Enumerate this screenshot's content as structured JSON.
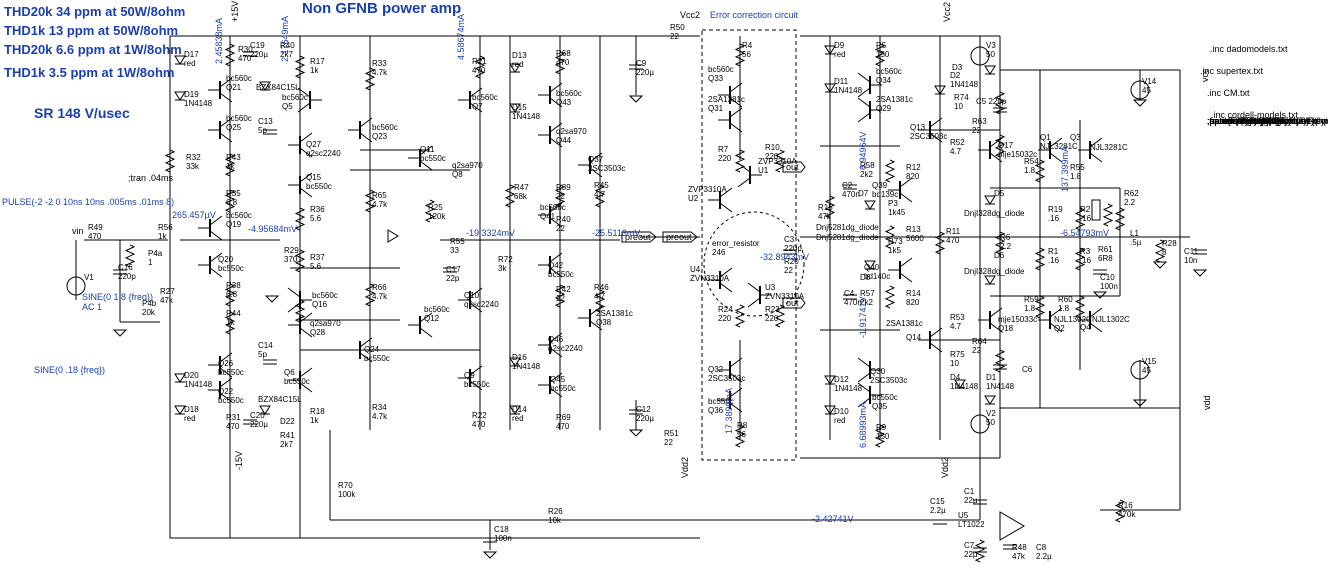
{
  "title": "Non GFNB power amp",
  "specs": [
    "THD20k 34 ppm at 50W/8ohm",
    "THD1k 13 ppm at 50W/8ohm",
    "THD20k 6.6 ppm at 1W/8ohm",
    "THD1k 3.5 ppm at 1W/8ohm"
  ],
  "slew_rate": "SR 148 V/usec",
  "error_box_title": "Error correction circuit",
  "tran": ";tran .04ms",
  "pulse": "PULSE(-2 -2 0 10ns 10ns .005ms .01ms 8)",
  "sine1": "SINE(0 .18 {freq})",
  "source_v1": "SINE(0 1.8 {freq})",
  "source_ac": "AC 1",
  "includes": [
    ".inc dadomodels.txt",
    ".inc supertex.txt",
    ".inc CM.txt",
    ".inc cordell-models.txt"
  ],
  "options": [
    ".options plotwinsize=0",
    ".options method=gear",
    ".options numdgt=7",
    ".param Freq=1k",
    ".param numcyc=20",
    ".param dlycyc=5",
    ".param FFT=2**16",
    ".param simtime=numcyc/Freq+dl",
    ".param dlytime=dlycyc/Freq",
    ".param timestep=(simtime-dlytim",
    ".four {Freq} V(Vin) V(out)",
    ".four {Freq} 4 V(Vin) V(out)",
    ";",
    ".tran 0 {simtime} {dlytime} {timest",
    "",
    ".option numdgt=15",
    "",
    ".option reltol=1e-6",
    ".option ptrantau=0",
    ";",
    ";ac dec 1k 1 1G"
  ],
  "net_labels": {
    "vin": "vin",
    "preout": "preout",
    "out": "out",
    "vcc": "vcc",
    "vdd": "vdd",
    "vcc2": "Vcc2",
    "vdd2": "Vdd2",
    "p15": "+15V",
    "m15": "-15V"
  },
  "probes": [
    {
      "id": "i1",
      "text": "2.45838mA"
    },
    {
      "id": "i2",
      "text": "2.17649mA"
    },
    {
      "id": "i3",
      "text": "4.58674mA"
    },
    {
      "id": "v1",
      "text": "265.457µV"
    },
    {
      "id": "v2",
      "text": "-4.95684mV"
    },
    {
      "id": "v3",
      "text": "-19.3324mV"
    },
    {
      "id": "v4",
      "text": "-25.5113mV"
    },
    {
      "id": "v5",
      "text": "-32.8943mV"
    },
    {
      "id": "v6",
      "text": "-2.42741V"
    },
    {
      "id": "v7",
      "text": "6.94964V"
    },
    {
      "id": "v8",
      "text": "-1.91741V"
    },
    {
      "id": "v9",
      "text": "137.399mA"
    },
    {
      "id": "v10",
      "text": "-6.54793mV"
    },
    {
      "id": "v11",
      "text": "17.3890mA"
    },
    {
      "id": "v12",
      "text": "6.68993mA"
    }
  ],
  "parts": [
    {
      "id": "D17",
      "t": "D17\nred"
    },
    {
      "id": "R30",
      "t": "R30\n470"
    },
    {
      "id": "C19",
      "t": "C19\n220µ"
    },
    {
      "id": "R40",
      "t": "R40\n2k7"
    },
    {
      "id": "R17",
      "t": "R17\n1k"
    },
    {
      "id": "Q21",
      "t": "bc560c\nQ21"
    },
    {
      "id": "D19",
      "t": "D19\n1N4148"
    },
    {
      "id": "Q25",
      "t": "bc560c\nQ25"
    },
    {
      "id": "BZX1",
      "t": "BZX84C15L"
    },
    {
      "id": "Q5",
      "t": "bc560c\nQ5"
    },
    {
      "id": "C13",
      "t": "C13\n5p"
    },
    {
      "id": "Q27",
      "t": "Q27\nq2sc2240"
    },
    {
      "id": "R33",
      "t": "R33\n4.7k"
    },
    {
      "id": "Q23",
      "t": "bc560c\nQ23"
    },
    {
      "id": "R21",
      "t": "R21\n470"
    },
    {
      "id": "Q7",
      "t": "bc560c\nQ7"
    },
    {
      "id": "R32",
      "t": "R32\n33k"
    },
    {
      "id": "R43",
      "t": "R43\n1k"
    },
    {
      "id": "Q15",
      "t": "Q15\nbc550c"
    },
    {
      "id": "Q11",
      "t": "Q11\nbc550c"
    },
    {
      "id": "R35",
      "t": "R35\n6.8"
    },
    {
      "id": "R36",
      "t": "R36\n5.6"
    },
    {
      "id": "Q19",
      "t": "bc560c\nQ19"
    },
    {
      "id": "R65",
      "t": "R65\n4.7k"
    },
    {
      "id": "R25",
      "t": "R25\n120k"
    },
    {
      "id": "Q8",
      "t": "q2sa970\nQ8"
    },
    {
      "id": "R29",
      "t": "R29\n370"
    },
    {
      "id": "R37",
      "t": "R37\n5.6"
    },
    {
      "id": "R49",
      "t": "R49\n470"
    },
    {
      "id": "R56",
      "t": "R56\n1k"
    },
    {
      "id": "P4a",
      "t": "P4a\n1"
    },
    {
      "id": "C16",
      "t": "C16\n220p"
    },
    {
      "id": "R27",
      "t": "R27\n47k"
    },
    {
      "id": "P4b",
      "t": "P4b\n20k"
    },
    {
      "id": "V1",
      "t": "V1"
    },
    {
      "id": "Q20",
      "t": "Q20\nbc550c"
    },
    {
      "id": "R38",
      "t": "R38\n6.8"
    },
    {
      "id": "R55",
      "t": "R55\n33"
    },
    {
      "id": "C17",
      "t": "C17\n22p"
    },
    {
      "id": "R72",
      "t": "R72\n3k"
    },
    {
      "id": "R44",
      "t": "R44\n1k"
    },
    {
      "id": "Q16",
      "t": "bc560c\nQ16"
    },
    {
      "id": "Q28",
      "t": "q2sa970\nQ28"
    },
    {
      "id": "R66",
      "t": "R66\n4.7k"
    },
    {
      "id": "Q12",
      "t": "bc560c\nQ12"
    },
    {
      "id": "Q10",
      "t": "Q10\nq2sc2240"
    },
    {
      "id": "C14",
      "t": "C14\n5p"
    },
    {
      "id": "Q24",
      "t": "Q24\nbc550c"
    },
    {
      "id": "Q26",
      "t": "Q26\nbc550c"
    },
    {
      "id": "D20",
      "t": "D20\n1N4148"
    },
    {
      "id": "Q22",
      "t": "Q22\nbc550c"
    },
    {
      "id": "Q6",
      "t": "Q6\nbc550c"
    },
    {
      "id": "Q9",
      "t": "Q9\nbc550c"
    },
    {
      "id": "D18",
      "t": "D18\nred"
    },
    {
      "id": "R31",
      "t": "R31\n470"
    },
    {
      "id": "C20",
      "t": "C20\n220µ"
    },
    {
      "id": "BZX2",
      "t": "BZX84C15L"
    },
    {
      "id": "D22",
      "t": "D22"
    },
    {
      "id": "R41",
      "t": "R41\n2k7"
    },
    {
      "id": "R18",
      "t": "R18\n1k"
    },
    {
      "id": "R34",
      "t": "R34\n4.7k"
    },
    {
      "id": "R22",
      "t": "R22\n470"
    },
    {
      "id": "D13",
      "t": "D13\nred"
    },
    {
      "id": "R68",
      "t": "R68\n470"
    },
    {
      "id": "D15",
      "t": "D15\n1N4148"
    },
    {
      "id": "Q43",
      "t": "bc560c\nQ43"
    },
    {
      "id": "Q44",
      "t": "q2sa970\nQ44"
    },
    {
      "id": "R39",
      "t": "R39\n22"
    },
    {
      "id": "R47",
      "t": "R47\n68k"
    },
    {
      "id": "Q37",
      "t": "Q37\n2SC3503c"
    },
    {
      "id": "R45",
      "t": "R45\n4.7"
    },
    {
      "id": "R40b",
      "t": "R40\n22"
    },
    {
      "id": "Q41",
      "t": "bc560c\nQ41"
    },
    {
      "id": "Q42",
      "t": "Q42\nbc550c"
    },
    {
      "id": "R42",
      "t": "R42\n22"
    },
    {
      "id": "R46",
      "t": "R46\n4.7"
    },
    {
      "id": "Q38",
      "t": "2SA1381c\nQ38"
    },
    {
      "id": "Q46",
      "t": "Q46\nq2sc2240"
    },
    {
      "id": "D16",
      "t": "D16\n1N4148"
    },
    {
      "id": "Q45",
      "t": "Q45\nbc550c"
    },
    {
      "id": "D14",
      "t": "D14\nred"
    },
    {
      "id": "R69",
      "t": "R69\n470"
    },
    {
      "id": "C9",
      "t": "C9\n220µ"
    },
    {
      "id": "R50",
      "t": "R50\n22"
    },
    {
      "id": "C12",
      "t": "C12\n220µ"
    },
    {
      "id": "R51",
      "t": "R51\n22"
    },
    {
      "id": "R70",
      "t": "R70\n100k"
    },
    {
      "id": "C18",
      "t": "C18\n100n"
    },
    {
      "id": "R26",
      "t": "R26\n10k"
    },
    {
      "id": "R4",
      "t": "R4\n56"
    },
    {
      "id": "Q33",
      "t": "bc560c\nQ33"
    },
    {
      "id": "Q31",
      "t": "2SA1381c\nQ31"
    },
    {
      "id": "R7",
      "t": "R7\n220"
    },
    {
      "id": "R10",
      "t": "R10\n220"
    },
    {
      "id": "U1",
      "t": "ZVP3310A\nU1"
    },
    {
      "id": "U2",
      "t": "ZVP3310A\nU2"
    },
    {
      "id": "ER",
      "t": "error_resistor\n246"
    },
    {
      "id": "U4",
      "t": "U4\nZVN3310A"
    },
    {
      "id": "U3",
      "t": "U3\nZVN3310A"
    },
    {
      "id": "C3",
      "t": "C3\n220p"
    },
    {
      "id": "R20",
      "t": "R20\n22"
    },
    {
      "id": "R24",
      "t": "R24\n220"
    },
    {
      "id": "R23",
      "t": "R23\n220"
    },
    {
      "id": "Q32",
      "t": "Q32\n2SC3503c"
    },
    {
      "id": "Q36",
      "t": "bc550c\nQ36"
    },
    {
      "id": "R8",
      "t": "R8\n56"
    },
    {
      "id": "D9",
      "t": "D9\nred"
    },
    {
      "id": "R5",
      "t": "R5\n150"
    },
    {
      "id": "D11",
      "t": "D11\n1N4148"
    },
    {
      "id": "Q34",
      "t": "bc560c\nQ34"
    },
    {
      "id": "Q29",
      "t": "2SA1381c\nQ29"
    },
    {
      "id": "R58",
      "t": "R58\n2k2"
    },
    {
      "id": "R12",
      "t": "R12\n820"
    },
    {
      "id": "Q39",
      "t": "Q39\nbd139c"
    },
    {
      "id": "D7",
      "t": "D7"
    },
    {
      "id": "P3",
      "t": "P3\n1k45"
    },
    {
      "id": "R15",
      "t": "R15\n47k"
    },
    {
      "id": "C2",
      "t": "C2\n470n"
    },
    {
      "id": "DD1",
      "t": "Dnj5281dg_diode"
    },
    {
      "id": "DD2",
      "t": "Dnj5281dg_diode"
    },
    {
      "id": "R73",
      "t": "R73\n1k5"
    },
    {
      "id": "R13",
      "t": "R13\n5600"
    },
    {
      "id": "C4",
      "t": "C4\n470n"
    },
    {
      "id": "R57",
      "t": "R57\n2k2"
    },
    {
      "id": "Q40",
      "t": "Q40\nbd140c"
    },
    {
      "id": "D8",
      "t": "D8"
    },
    {
      "id": "R14",
      "t": "R14\n820"
    },
    {
      "id": "Q30",
      "t": "Q30\n2SC3503c"
    },
    {
      "id": "D12",
      "t": "D12\n1N4148"
    },
    {
      "id": "Q35",
      "t": "bc550c\nQ35"
    },
    {
      "id": "D10",
      "t": "D10\nred"
    },
    {
      "id": "R9",
      "t": "R9\n150"
    },
    {
      "id": "V3",
      "t": "V3\n50"
    },
    {
      "id": "D2",
      "t": "D2\n1N4148"
    },
    {
      "id": "D3",
      "t": "D3"
    },
    {
      "id": "R74",
      "t": "R74\n10"
    },
    {
      "id": "C5",
      "t": "C5 220p"
    },
    {
      "id": "R63",
      "t": "R63\n22"
    },
    {
      "id": "Q13",
      "t": "Q13\n2SC3503c"
    },
    {
      "id": "R52",
      "t": "R52\n4.7"
    },
    {
      "id": "Q17",
      "t": "Q17\nmje15032c"
    },
    {
      "id": "Q1",
      "t": "Q1\nNJL3281C"
    },
    {
      "id": "Q3",
      "t": "Q3"
    },
    {
      "id": "QN",
      "t": "NJL3281C"
    },
    {
      "id": "R54",
      "t": "R54\n1.8"
    },
    {
      "id": "R55b",
      "t": "R55\n1.8"
    },
    {
      "id": "D5",
      "t": "D5"
    },
    {
      "id": "DD3",
      "t": "DnjI328dg_diode"
    },
    {
      "id": "R11",
      "t": "R11\n470"
    },
    {
      "id": "R6",
      "t": "R6\n2.2"
    },
    {
      "id": "DD4",
      "t": "DnjI328dg_diode"
    },
    {
      "id": "D6",
      "t": "D6"
    },
    {
      "id": "R19",
      "t": "R19\n.16"
    },
    {
      "id": "R2",
      "t": "R2\n.16"
    },
    {
      "id": "R1",
      "t": "R1\n.16"
    },
    {
      "id": "R3",
      "t": "R3\n.16"
    },
    {
      "id": "R61",
      "t": "R61\n6R8"
    },
    {
      "id": "R62",
      "t": "R62\n2.2"
    },
    {
      "id": "L1",
      "t": "L1\n.5µ"
    },
    {
      "id": "R28",
      "t": "R28\n8"
    },
    {
      "id": "C11",
      "t": "C11\n10n"
    },
    {
      "id": "C10",
      "t": "C10\n100n"
    },
    {
      "id": "V14",
      "t": "V14\n45"
    },
    {
      "id": "V15",
      "t": "V15\n45"
    },
    {
      "id": "R59",
      "t": "R59\n1.8"
    },
    {
      "id": "R60",
      "t": "R60\n1.8"
    },
    {
      "id": "R53",
      "t": "R53\n4.7"
    },
    {
      "id": "Q18",
      "t": "mje15033c\nQ18"
    },
    {
      "id": "Q2",
      "t": "NJL1302C\nQ2"
    },
    {
      "id": "Q4",
      "t": "Q4"
    },
    {
      "id": "QP",
      "t": "NJL1302C"
    },
    {
      "id": "Q14",
      "t": "Q14"
    },
    {
      "id": "R64",
      "t": "R64\n22"
    },
    {
      "id": "R75",
      "t": "R75\n10"
    },
    {
      "id": "C6",
      "t": "C6"
    },
    {
      "id": "Q14b",
      "t": "2SA1381c"
    },
    {
      "id": "D4",
      "t": "D4\n1N4148"
    },
    {
      "id": "D1",
      "t": "D1\n1N4148"
    },
    {
      "id": "V2",
      "t": "V2\n50"
    },
    {
      "id": "C1",
      "t": "C1\n22µ"
    },
    {
      "id": "C15",
      "t": "C15\n2.2µ"
    },
    {
      "id": "U5",
      "t": "U5\nLT1022"
    },
    {
      "id": "C7",
      "t": "C7\n22µ"
    },
    {
      "id": "R48",
      "t": "R48\n47k"
    },
    {
      "id": "C8",
      "t": "C8\n2.2µ"
    },
    {
      "id": "R16",
      "t": "R16\n470k"
    }
  ]
}
